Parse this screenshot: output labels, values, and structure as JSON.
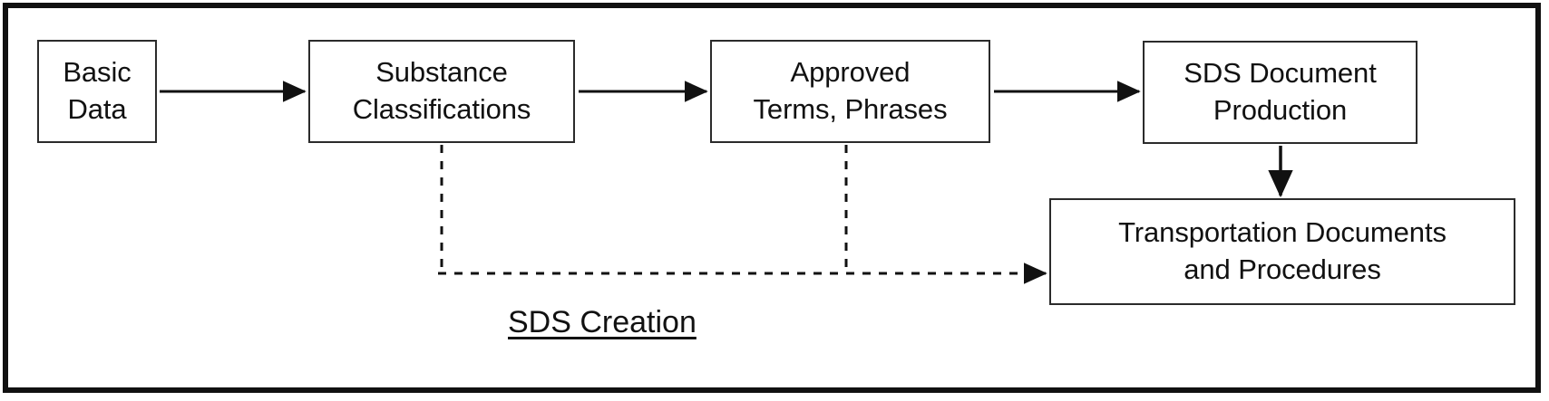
{
  "diagram": {
    "title": "SDS Creation",
    "caption": "SDS Creation",
    "frame_color": "#111111",
    "node_border_color": "#2b2b2b",
    "connector_color": "#111111",
    "background": "#ffffff",
    "nodes": [
      {
        "id": "basic-data",
        "line1": "Basic",
        "line2": "Data"
      },
      {
        "id": "substance",
        "line1": "Substance",
        "line2": "Classifications"
      },
      {
        "id": "approved-terms",
        "line1": "Approved",
        "line2": "Terms, Phrases"
      },
      {
        "id": "sds-document",
        "line1": "SDS Document",
        "line2": "Production"
      },
      {
        "id": "transportation",
        "line1": "Transportation Documents",
        "line2": "and Procedures"
      }
    ],
    "connectors": [
      {
        "id": "basic-to-substance",
        "from": "basic-data",
        "to": "substance",
        "style": "solid",
        "direction": "right"
      },
      {
        "id": "substance-to-approved",
        "from": "substance",
        "to": "approved-terms",
        "style": "solid",
        "direction": "right"
      },
      {
        "id": "approved-to-sds-document",
        "from": "approved-terms",
        "to": "sds-document",
        "style": "solid",
        "direction": "right"
      },
      {
        "id": "sds-document-to-transport",
        "from": "sds-document",
        "to": "transportation",
        "style": "solid",
        "direction": "down"
      },
      {
        "id": "substance-to-transport",
        "from": "substance",
        "to": "transportation",
        "style": "dashed",
        "direction": "right"
      },
      {
        "id": "approved-to-transport",
        "from": "approved-terms",
        "to": "transportation",
        "style": "dashed",
        "direction": "right"
      }
    ]
  }
}
